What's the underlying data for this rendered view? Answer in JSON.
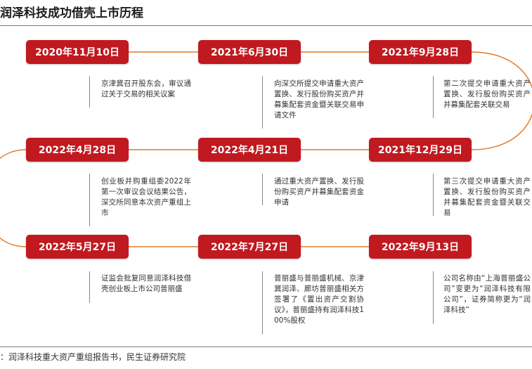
{
  "title": "润泽科技成功借壳上市历程",
  "source": "：润泽科技重大资产重组报告书，民生证券研究院",
  "events": [
    {
      "date": "2020年11月10日",
      "text": "京津冀召开股东会，审议通过关于交易的相关议案"
    },
    {
      "date": "2021年6月30日",
      "text": "向深交所提交申请重大资产置换、发行股份购买资产并募集配套资金暨关联交易申请文件"
    },
    {
      "date": "2021年9月28日",
      "text": "第二次提交申请重大资产置换、发行股份购买资产并募集配套关联交易"
    },
    {
      "date": "2021年12月29日",
      "text": "第三次提交申请重大资产置换、发行股份购买资产并募集配套资金暨关联交易"
    },
    {
      "date": "2022年4月21日",
      "text": "通过重大资产置换、发行股份购买资产并募集配套资金申请"
    },
    {
      "date": "2022年4月28日",
      "text": "创业板并购重组委2022年第一次审议会议结果公告，深交所同意本次资产重组上市"
    },
    {
      "date": "2022年5月27日",
      "text": "证监会批复同意润泽科技借壳创业板上市公司普丽盛"
    },
    {
      "date": "2022年7月27日",
      "text": "普丽盛与普丽盛机械、京津冀润泽、廊坊普丽盛相关方签署了《置出资产交割协议》，普丽盛持有润泽科技100%股权"
    },
    {
      "date": "2022年9月13日",
      "text": "公司名称由“上海普丽盛公司”变更为“润泽科技有限公司”，证券简称更为“润泽科技”"
    }
  ],
  "colors": {
    "accent": "#c0191f",
    "connector": "#e07b2a",
    "rule": "#7a7a7a"
  }
}
